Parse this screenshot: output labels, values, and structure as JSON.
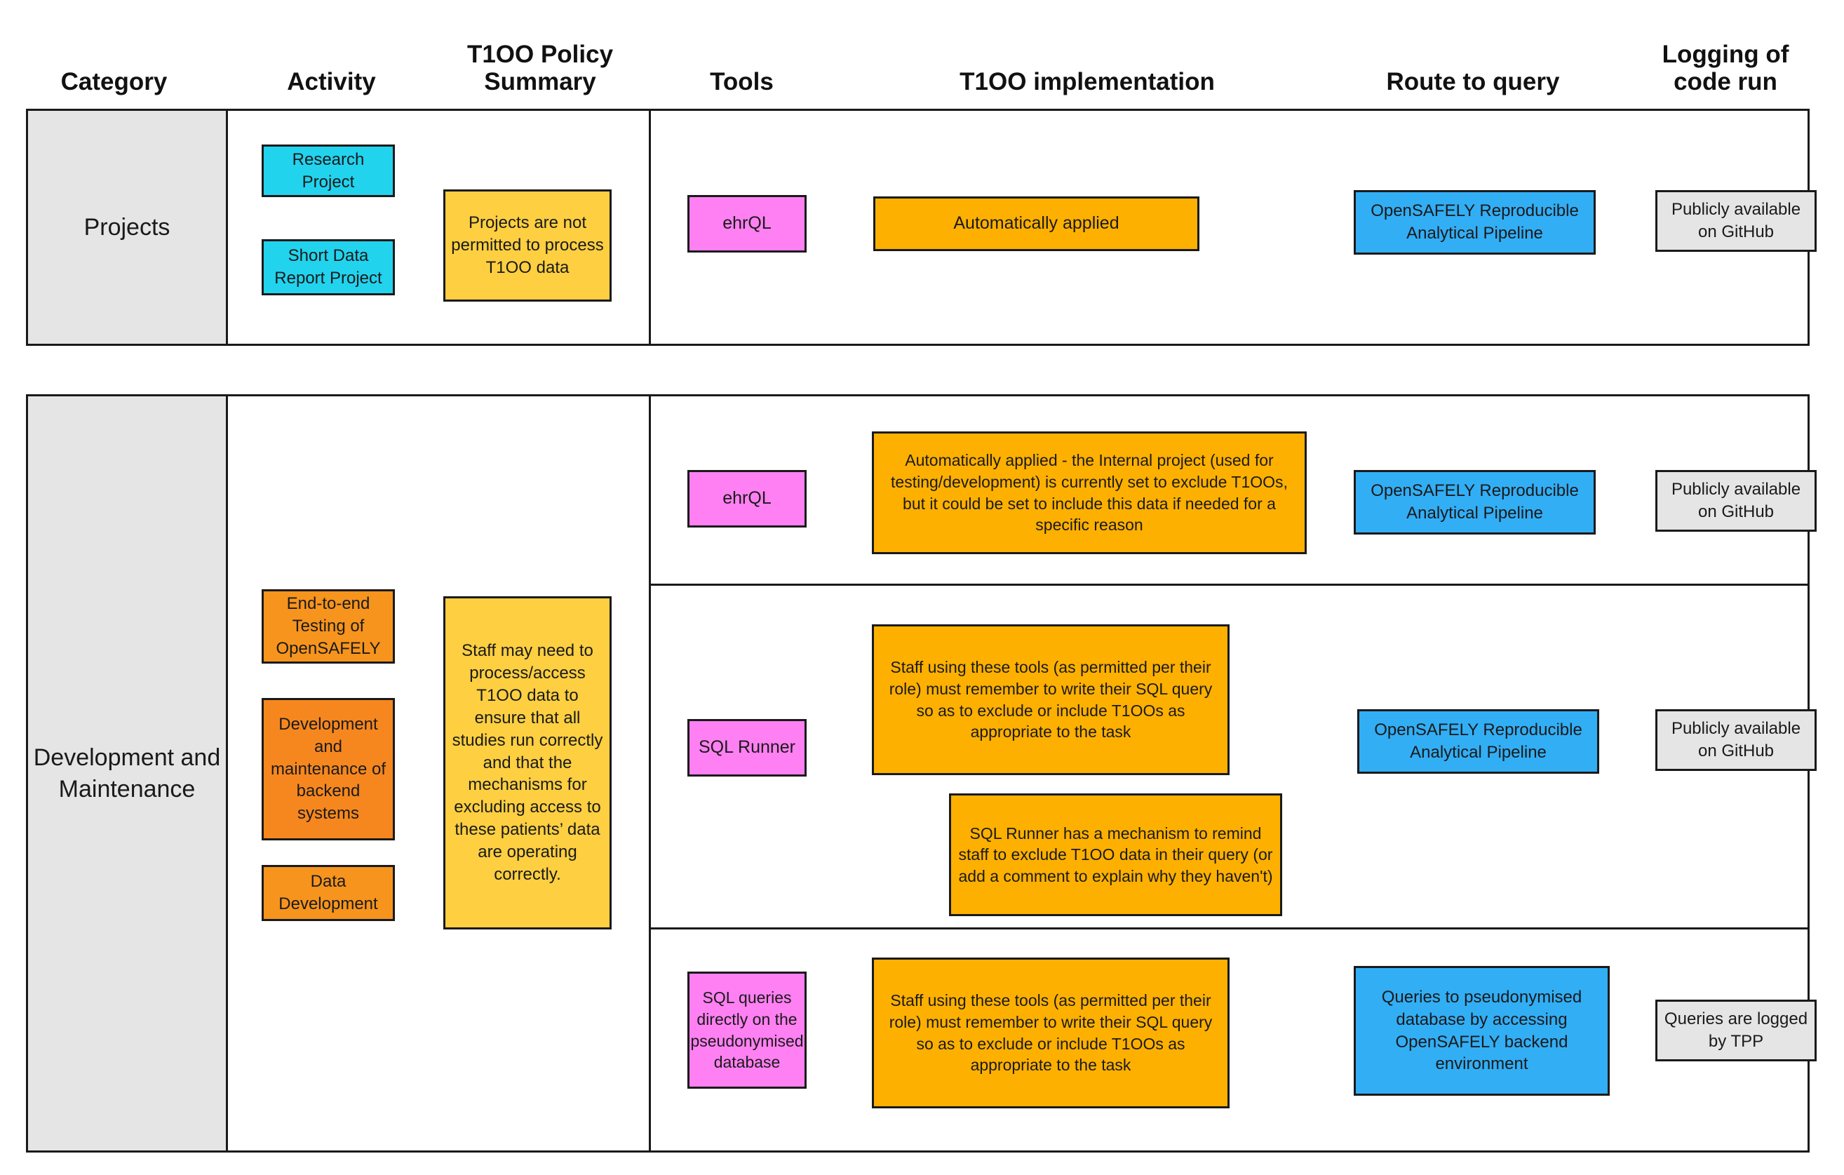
{
  "headers": [
    {
      "id": "category",
      "label": "Category"
    },
    {
      "id": "activity",
      "label": "Activity"
    },
    {
      "id": "policy",
      "label": "T1OO Policy\nSummary",
      "line1": "T1OO Policy",
      "line2": "Summary"
    },
    {
      "id": "tools",
      "label": "Tools"
    },
    {
      "id": "impl",
      "label": "T1OO implementation"
    },
    {
      "id": "route",
      "label": "Route to query"
    },
    {
      "id": "logging",
      "label": "Logging of\ncode run",
      "line1": "Logging of",
      "line2": "code run"
    }
  ],
  "rows": [
    {
      "id": "projects",
      "category": "Projects",
      "activities": [
        {
          "label": "Research Project",
          "color": "#22d3ee"
        },
        {
          "label": "Short Data Report Project",
          "color": "#22d3ee"
        }
      ],
      "policy_summary": "Projects are not permitted to process T1OO data",
      "subrows": [
        {
          "tool": "ehrQL",
          "tool_color": "#ff80f2",
          "implementation": "Automatically applied",
          "implementation_color": "#feb001",
          "route": "OpenSAFELY Reproducible Analytical Pipeline",
          "route_color": "#32aef5",
          "logging": "Publicly available on GitHub",
          "logging_color": "#e5e5e5"
        }
      ]
    },
    {
      "id": "development-and-maintenance",
      "category": "Development and Maintenance",
      "activities": [
        {
          "label": "End-to-end Testing of OpenSAFELY",
          "color": "#f7941d"
        },
        {
          "label": "Development and maintenance of backend systems",
          "color": "#f6871f"
        },
        {
          "label": "Data Development",
          "color": "#f7941d"
        }
      ],
      "policy_summary": "Staff may need to process/access T1OO data to ensure that all studies run correctly and that the mechanisms for excluding access to these patients’ data are operating correctly.",
      "subrows": [
        {
          "tool": "ehrQL",
          "tool_color": "#ff80f2",
          "implementation": "Automatically applied - the Internal project (used for testing/development) is currently set to exclude T1OOs, but it could be set to include this data if needed for a specific reason",
          "implementation_color": "#feb001",
          "route": "OpenSAFELY Reproducible Analytical Pipeline",
          "route_color": "#32aef5",
          "logging": "Publicly available on GitHub",
          "logging_color": "#e5e5e5"
        },
        {
          "tool": "SQL Runner",
          "tool_color": "#ff80f2",
          "implementation": "Staff using these tools (as permitted per their role) must remember to write their SQL query so as to exclude or include T1OOs as appropriate to the task",
          "implementation_color": "#feb001",
          "implementation_2": "SQL Runner has a mechanism to remind staff to exclude T1OO data in their query (or add a comment to explain why they haven't)",
          "implementation_2_color": "#feb001",
          "route": "OpenSAFELY Reproducible Analytical Pipeline",
          "route_color": "#32aef5",
          "logging": "Publicly available on GitHub",
          "logging_color": "#e5e5e5"
        },
        {
          "tool": "SQL queries directly on the pseudonymised database",
          "tool_color": "#ff80f2",
          "implementation": "Staff using these tools (as permitted per their role) must remember to write their SQL query so as to exclude or include T1OOs as appropriate to the task",
          "implementation_color": "#feb001",
          "route": "Queries to pseudonymised database by accessing OpenSAFELY backend environment",
          "route_color": "#32aef5",
          "logging": "Queries are logged by TPP",
          "logging_color": "#e5e5e5"
        }
      ]
    }
  ]
}
